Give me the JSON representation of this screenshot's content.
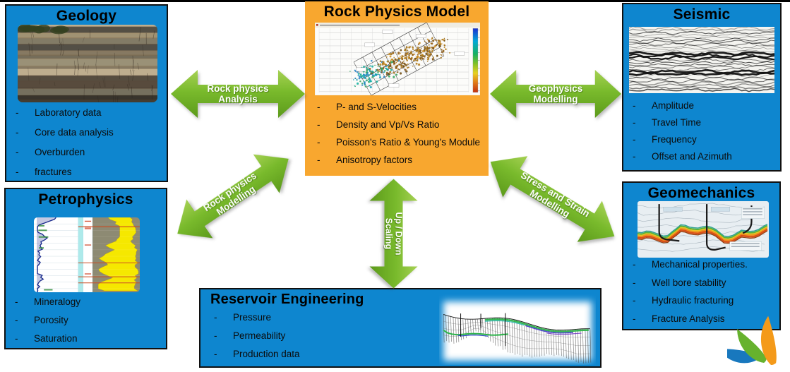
{
  "ui": {
    "dash": "-"
  },
  "boxes": {
    "geology": {
      "title": "Geology",
      "items": [
        "Laboratory data",
        "Core data analysis",
        "Overburden",
        "fractures"
      ]
    },
    "petrophysics": {
      "title": "Petrophysics",
      "items": [
        "Mineralogy",
        "Porosity",
        "Saturation"
      ]
    },
    "rock_physics_model": {
      "title": "Rock Physics Model",
      "items": [
        "P- and S-Velocities",
        "Density and Vp/Vs Ratio",
        "Poisson's Ratio & Young's Module",
        "Anisotropy factors"
      ]
    },
    "seismic": {
      "title": "Seismic",
      "items": [
        "Amplitude",
        "Travel Time",
        "Frequency",
        "Offset and Azimuth"
      ]
    },
    "geomechanics": {
      "title": "Geomechanics",
      "items": [
        "Mechanical properties.",
        "Well bore stability",
        "Hydraulic fracturing",
        "Fracture Analysis"
      ]
    },
    "reservoir_engineering": {
      "title": "Reservoir Engineering",
      "items": [
        "Pressure",
        "Permeability",
        "Production data"
      ]
    }
  },
  "arrows": {
    "rock_physics_analysis": {
      "line1": "Rock physics",
      "line2": "Analysis"
    },
    "geophysics_modelling": {
      "line1": "Geophysics",
      "line2": "Modelling"
    },
    "rock_physics_modelling": {
      "line1": "Rock physics",
      "line2": "Modelling"
    },
    "up_down_scaling": {
      "line1": "Up / Down",
      "line2": "Scaling"
    },
    "stress_strain_modelling": {
      "line1": "Stress and Strain",
      "line2": "Modelling"
    }
  },
  "colors": {
    "box_blue": "#0E86CF",
    "box_orange": "#F8A72F",
    "arrow_green": "#76B82A",
    "arrow_text": "#FFFFFF",
    "text_dark": "#0B0B0B",
    "logo_blue": "#1878BE",
    "logo_green": "#66B22E",
    "logo_orange": "#F49A1A"
  },
  "icons": {
    "logo": "three-petal-logo"
  }
}
